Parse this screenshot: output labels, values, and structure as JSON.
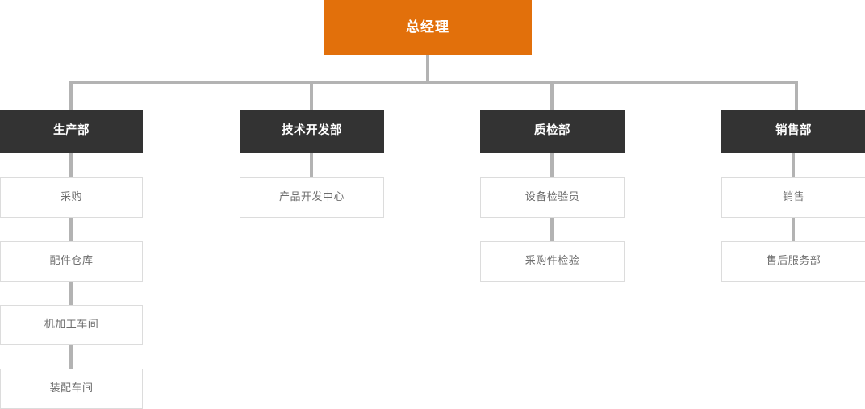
{
  "chart": {
    "title": "总经理",
    "type": "org-chart",
    "colors": {
      "root_fill": "#e2700b",
      "root_text": "#ffffff",
      "dept_fill": "#333333",
      "dept_text": "#ffffff",
      "sub_fill": "#ffffff",
      "sub_text": "#6e6e6e",
      "sub_border": "#dcdcdc",
      "connector": "#b3b3b3",
      "background": "#ffffff"
    }
  },
  "root": {
    "label": "总经理"
  },
  "branches": [
    {
      "dept": "生产部",
      "children": [
        {
          "label": "采购"
        },
        {
          "label": "配件仓库"
        },
        {
          "label": "机加工车间"
        },
        {
          "label": "装配车间"
        }
      ]
    },
    {
      "dept": "技术开发部",
      "children": [
        {
          "label": "产品开发中心"
        }
      ]
    },
    {
      "dept": "质检部",
      "children": [
        {
          "label": "设备检验员"
        },
        {
          "label": "采购件检验"
        }
      ]
    },
    {
      "dept": "销售部",
      "children": [
        {
          "label": "销售"
        },
        {
          "label": "售后服务部"
        }
      ]
    }
  ]
}
